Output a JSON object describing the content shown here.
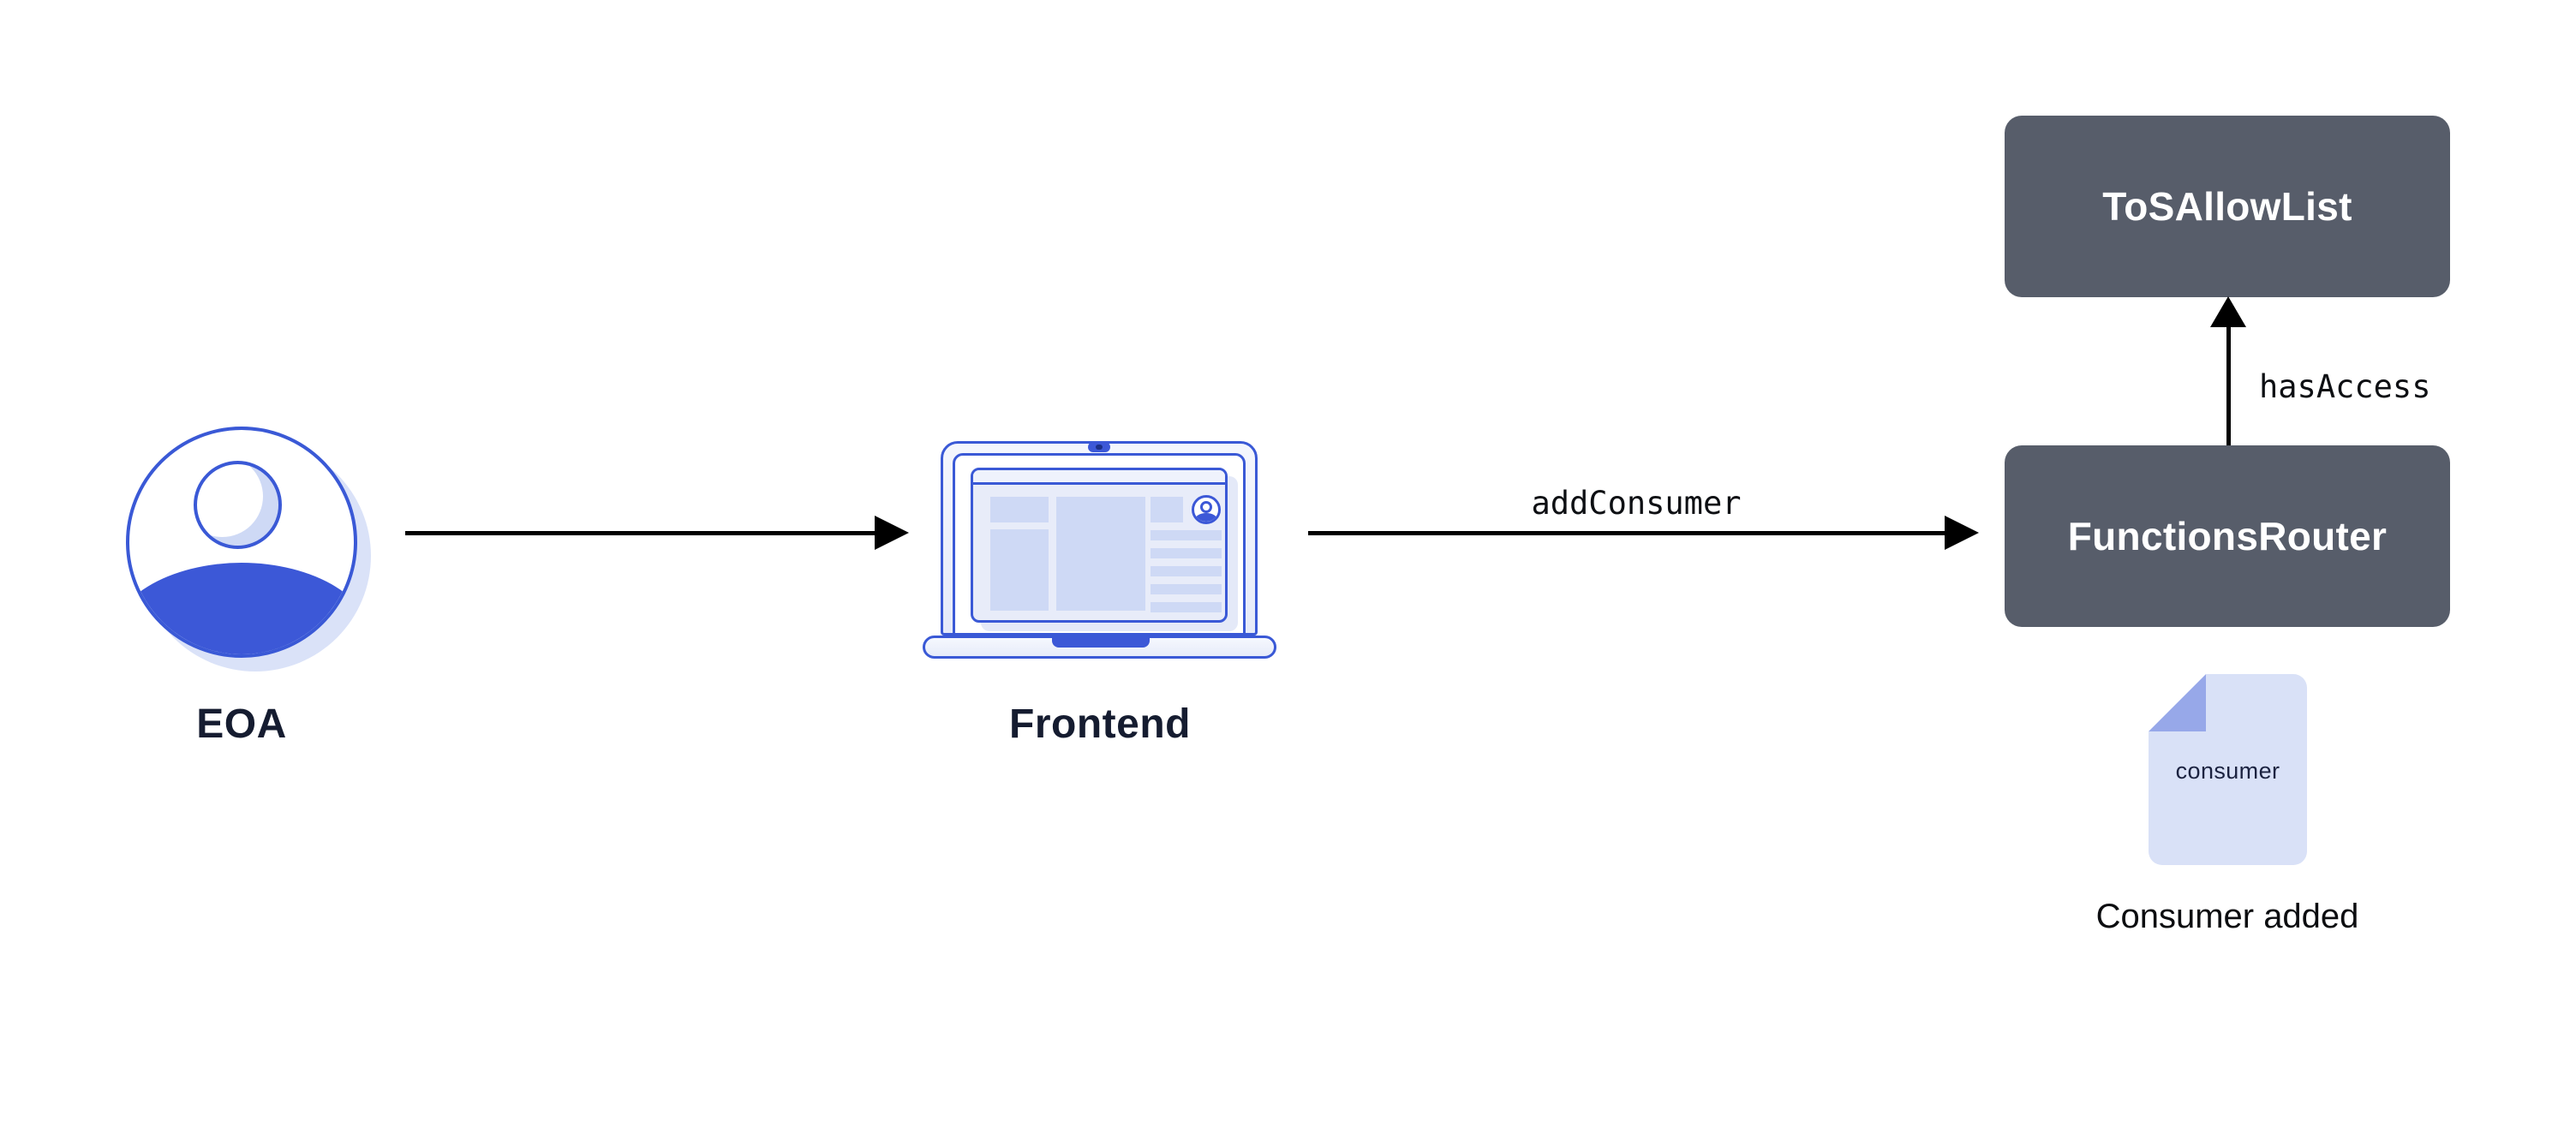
{
  "nodes": {
    "eoa": {
      "label": "EOA",
      "icon": "user-avatar-icon"
    },
    "frontend": {
      "label": "Frontend",
      "icon": "laptop-icon"
    },
    "tos_allow_list": {
      "label": "ToSAllowList"
    },
    "functions_router": {
      "label": "FunctionsRouter"
    },
    "consumer_doc": {
      "label": "consumer",
      "caption": "Consumer added",
      "icon": "document-icon"
    }
  },
  "edges": {
    "eoa_to_frontend": {
      "type": "arrow-right",
      "label": ""
    },
    "frontend_to_router": {
      "type": "arrow-right",
      "label": "addConsumer"
    },
    "router_to_tos": {
      "type": "arrow-up",
      "label": "hasAccess"
    }
  },
  "colors": {
    "canvas_background": "#FFFFFF",
    "accent_blue": "#3C58D7",
    "outline_blue": "#3A59D6",
    "light_lavender": "#DAE2F8",
    "node_dark_slate": "#575D6A",
    "node_text": "#FFFFFF",
    "label_navy": "#151C30",
    "arrow_black": "#000000",
    "doc_page": "#D9E1F7",
    "doc_fold": "#97A8E9"
  }
}
